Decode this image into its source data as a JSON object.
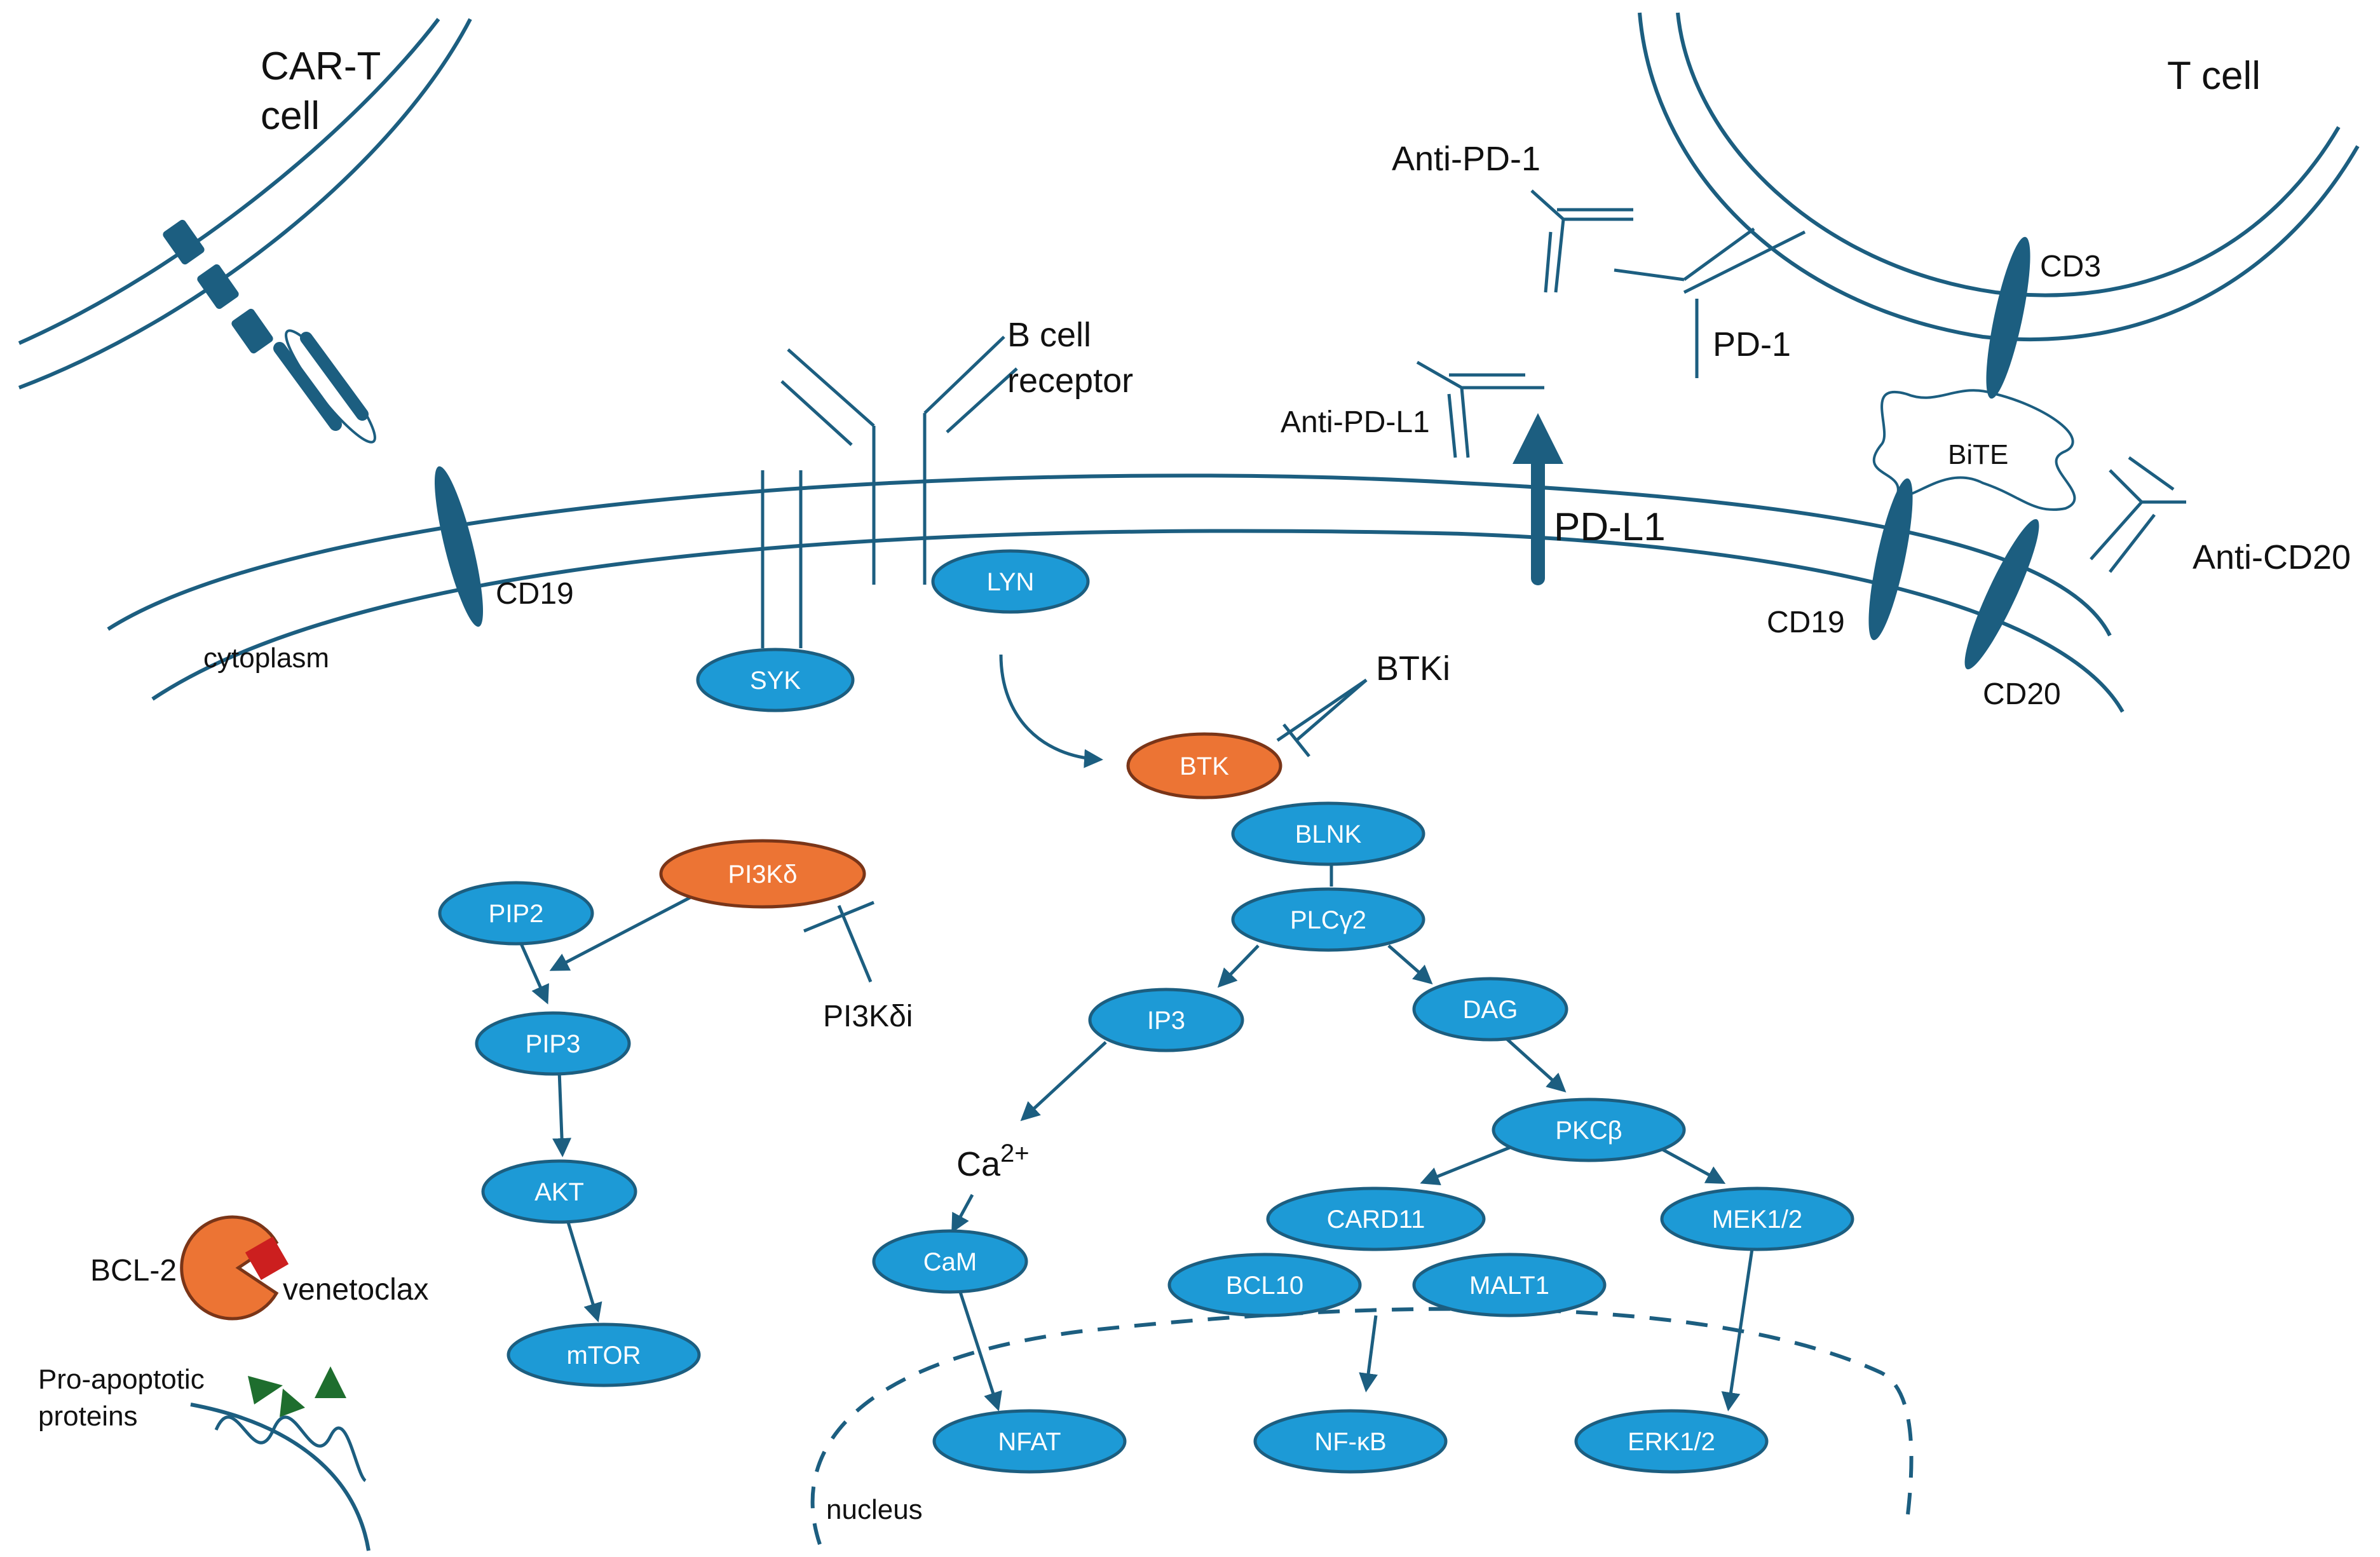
{
  "labels": {
    "car_t": [
      "CAR-T",
      "cell"
    ],
    "t_cell": "T cell",
    "anti_pd1": "Anti-PD-1",
    "pd1": "PD-1",
    "cd3": "CD3",
    "bcr": [
      "B cell",
      "receptor"
    ],
    "anti_pdl1": "Anti-PD-L1",
    "bite": "BiTE",
    "pdl1": "PD-L1",
    "anti_cd20": "Anti-CD20",
    "cd19_left": "CD19",
    "cd19_right": "CD19",
    "cd20": "CD20",
    "cytoplasm": "cytoplasm",
    "btki": "BTKi",
    "pi3kdi": "PI3Kδi",
    "ca": "Ca",
    "ca_sup": "2+",
    "bcl2": "BCL-2",
    "venetoclax": "venetoclax",
    "pro_apoptotic": [
      "Pro-apoptotic",
      "proteins"
    ],
    "nucleus": "nucleus"
  },
  "nodes": {
    "syk": "SYK",
    "lyn": "LYN",
    "btk": "BTK",
    "blnk": "BLNK",
    "plcg2": "PLCγ2",
    "ip3": "IP3",
    "dag": "DAG",
    "pkcb": "PKCβ",
    "card11": "CARD11",
    "mek": "MEK1/2",
    "bcl10": "BCL10",
    "malt1": "MALT1",
    "cam": "CaM",
    "nfat": "NFAT",
    "nfkb": "NF-κB",
    "erk": "ERK1/2",
    "pi3kd": "PI3Kδ",
    "pip2": "PIP2",
    "pip3": "PIP3",
    "akt": "AKT",
    "mtor": "mTOR"
  },
  "colors": {
    "membrane": "#1c5e80",
    "node_blue": "#1d9ad6",
    "node_orange": "#ec7434",
    "inhibitor_red": "#cc1f1f",
    "protein_green": "#1e6e2e"
  }
}
